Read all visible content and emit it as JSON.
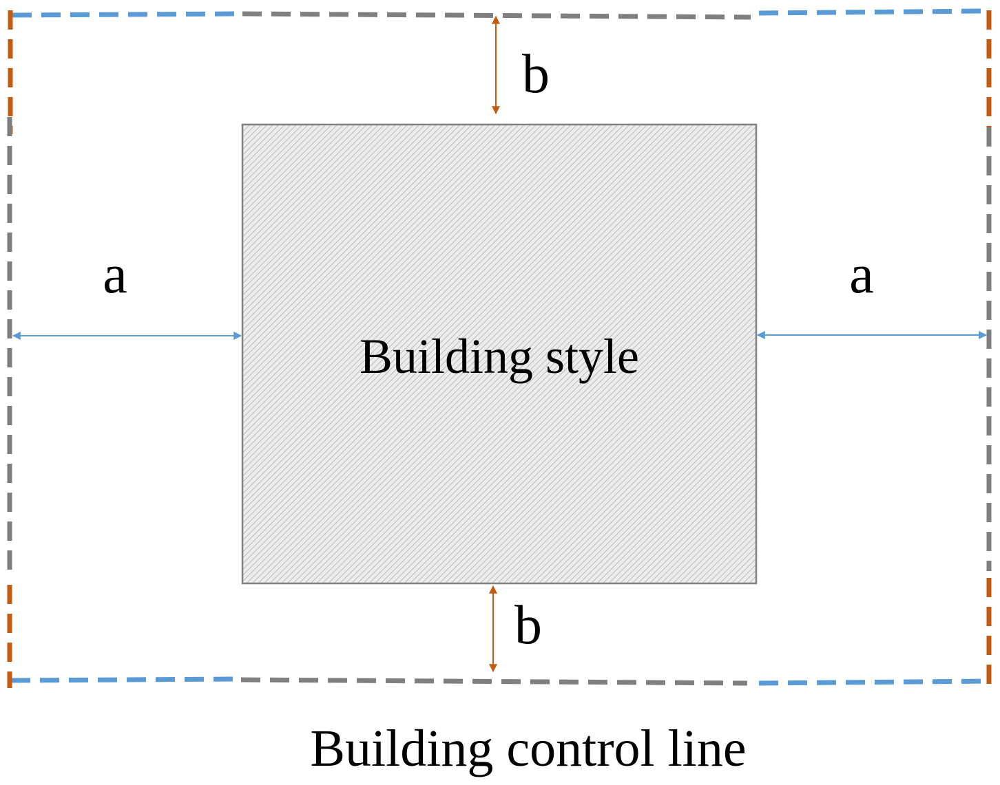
{
  "building": {
    "label": "Building style"
  },
  "dimensions": {
    "left_label": "a",
    "right_label": "a",
    "top_label": "b",
    "bottom_label": "b"
  },
  "caption": "Building control line",
  "colors": {
    "gray_dash": "#7f7f7f",
    "blue_dash": "#5b9bd5",
    "orange_dash": "#c55a11",
    "horizontal_arrow": "#5b9bd5",
    "vertical_arrow": "#c55a11",
    "building_border": "#808080",
    "hatch_line": "#bfbfbf"
  }
}
